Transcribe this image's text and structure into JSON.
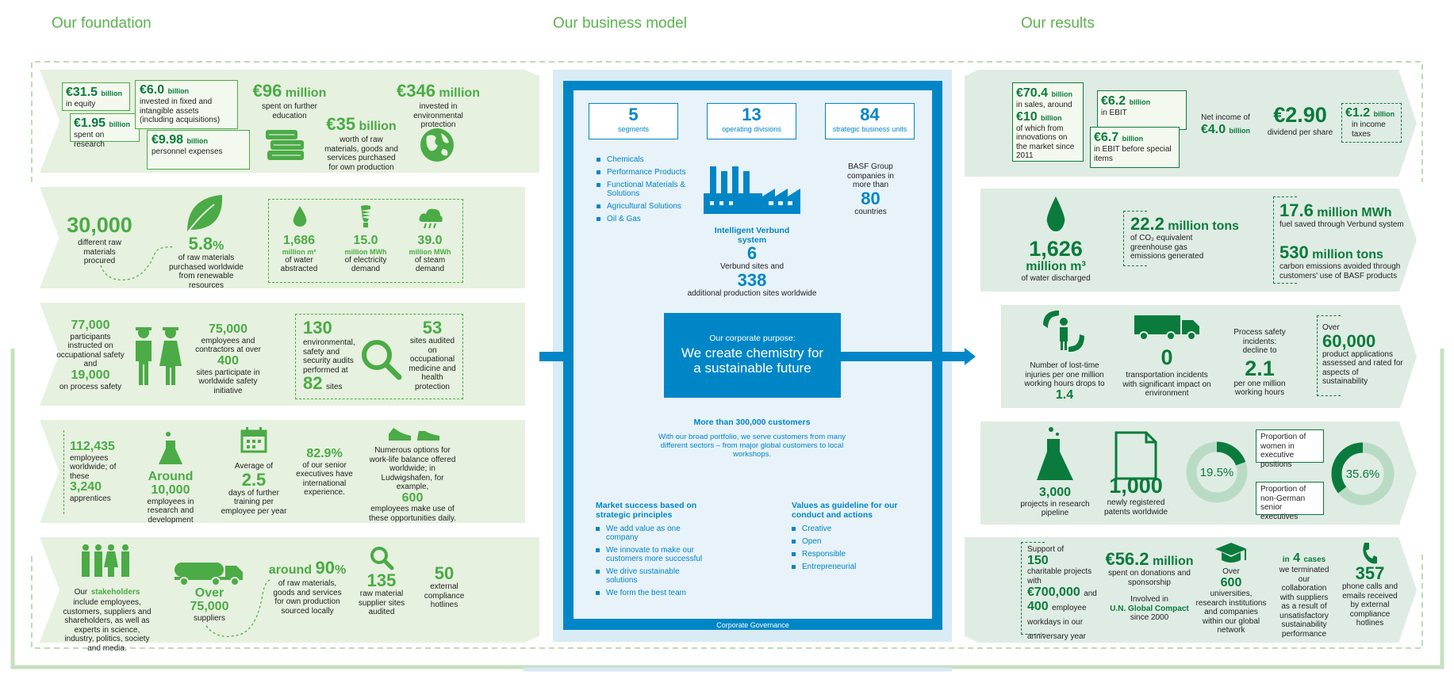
{
  "headers": {
    "foundation": "Our foundation",
    "model": "Our business model",
    "results": "Our results"
  },
  "f1": {
    "equity_v": "€31.5",
    "equity_u": "billion",
    "equity_t": "in equity",
    "research_v": "€1.95",
    "research_u": "billion",
    "research_t": "spent on research",
    "fixed_v": "€6.0",
    "fixed_u": "billion",
    "fixed_t": "invested in fixed and intangible assets (including acquisitions)",
    "pers_v": "€9.98",
    "pers_u": "billion",
    "pers_t": "personnel expenses",
    "edu_v": "€96",
    "edu_u": "million",
    "edu_t": "spent on further education",
    "raw_v": "€35",
    "raw_u": "billion",
    "raw_t": "worth of raw materials, goods and services purchased for own production",
    "env_v": "€346",
    "env_u": "million",
    "env_t": "invested in environmental protection"
  },
  "f2": {
    "raw_v": "30,000",
    "raw_t": "different raw materials procured",
    "ren_v": "5.8",
    "ren_u": "%",
    "ren_t": "of raw materials purchased worldwide from renewable resources",
    "water_v": "1,686",
    "water_u": "million m³",
    "water_t": "of water abstracted",
    "elec_v": "15.0",
    "elec_u": "million MWh",
    "elec_t": "of electricity demand",
    "steam_v": "39.0",
    "steam_u": "million MWh",
    "steam_t": "of steam demand"
  },
  "f3": {
    "part_v": "77,000",
    "part_t": "participants instructed on occupational safety",
    "and": "and",
    "proc_v": "19,000",
    "proc_t": "on process safety",
    "emp_v": "75,000",
    "emp_t": "employees and contractors at over",
    "sites_v": "400",
    "sites_t": "sites participate in worldwide safety initiative",
    "aud_v": "130",
    "aud_t": "environmental, safety and security audits performed at",
    "aud_s_v": "82",
    "aud_s_t": "sites",
    "occ_v": "53",
    "occ_t": "sites audited on occupational medicine and health protection"
  },
  "f4": {
    "emp_v": "112,435",
    "emp_t": "employees worldwide; of these",
    "app_v": "3,240",
    "app_t": "apprentices",
    "rd_pre": "Around",
    "rd_v": "10,000",
    "rd_t": "employees in research and development",
    "days_pre": "Average of",
    "days_v": "2.5",
    "days_t": "days of further training per employee per year",
    "exec_v": "82.9%",
    "exec_t": "of our senior executives have international experience.",
    "wl_t": "Numerous options for work-life balance offered worldwide; in Ludwigshafen, for example,",
    "wl_v": "600",
    "wl_t2": "employees make use of these opportunities daily."
  },
  "f5": {
    "stk_pre": "Our",
    "stk_b": "stakeholders",
    "stk_t": "include employees, customers, suppliers and shareholders, as well as experts in science, industry, politics, society and media.",
    "sup_pre": "Over",
    "sup_v": "75,000",
    "sup_t": "suppliers",
    "loc_pre": "around",
    "loc_v": "90",
    "loc_u": "%",
    "loc_t": "of raw materials, goods and services for own production sourced locally",
    "aud_v": "135",
    "aud_t": "raw material supplier sites audited",
    "hot_v": "50",
    "hot_t": "external compliance hotlines"
  },
  "model": {
    "seg_v": "5",
    "seg_t": "segments",
    "div_v": "13",
    "div_t": "operating divisions",
    "sbu_v": "84",
    "sbu_t": "strategic business units",
    "segments": [
      "Chemicals",
      "Performance Products",
      "Functional Materials & Solutions",
      "Agricultural Solutions",
      "Oil & Gas"
    ],
    "grp_t": "BASF Group companies in more than",
    "grp_v": "80",
    "grp_t2": "countries",
    "verbund_t": "Intelligent Verbund system",
    "verbund_v": "6",
    "verbund_t2": "Verbund sites and",
    "prod_v": "338",
    "prod_t": "additional production sites worldwide",
    "purpose_t": "Our corporate purpose:",
    "purpose_m": "We create chemistry for a sustainable future",
    "cust_h": "More than 300,000 customers",
    "cust_t": "With our broad portfolio, we serve customers from many different sectors – from major global customers to local workshops.",
    "mkt_h": "Market success based on strategic principles",
    "principles": [
      "We add value as one company",
      "We innovate to make our customers more successful",
      "We drive sustainable solutions",
      "We form the best team"
    ],
    "val_h": "Values as guideline for our conduct and actions",
    "values": [
      "Creative",
      "Open",
      "Responsible",
      "Entrepreneurial"
    ],
    "gov": "Corporate Governance"
  },
  "r1": {
    "sales_v": "€70.4",
    "sales_u": "billion",
    "sales_t": "in sales, around",
    "innov_v": "€10",
    "innov_u": "billion",
    "innov_t": "of which from innovations on the market since 2011",
    "ebit_v": "€6.2",
    "ebit_u": "billion",
    "ebit_t": "in EBIT",
    "ebitsi_v": "€6.7",
    "ebitsi_u": "billion",
    "ebitsi_t": "in EBIT before special items",
    "net_t": "Net income of",
    "net_v": "€4.0",
    "net_u": "billion",
    "div_v": "€2.90",
    "div_t": "dividend per share",
    "tax_v": "€1.2",
    "tax_u": "billion",
    "tax_t": "in income taxes"
  },
  "r2": {
    "wat_v": "1,626",
    "wat_u": "million m³",
    "wat_t": "of water discharged",
    "co2_v": "22.2",
    "co2_u": "million tons",
    "co2_t": "of CO₂ equivalent greenhouse gas emissions generated",
    "fuel_v": "17.6",
    "fuel_u": "million MWh",
    "fuel_t": "fuel saved through Verbund system",
    "carb_v": "530",
    "carb_u": "million tons",
    "carb_t": "carbon emissions avoided through customers' use of BASF products"
  },
  "r3": {
    "inj_t": "Number of lost-time injuries per one million working hours drops to",
    "inj_v": "1.4",
    "tr_v": "0",
    "tr_t": "transportation incidents with significant impact on environment",
    "ps_t": "Process safety incidents: decline to",
    "ps_v": "2.1",
    "ps_t2": "per one million working hours",
    "app_pre": "Over",
    "app_v": "60,000",
    "app_t": "product applications assessed and rated for aspects of sustainability"
  },
  "r4": {
    "proj_v": "3,000",
    "proj_t": "projects in research pipeline",
    "pat_v": "1,000",
    "pat_t": "newly registered patents worldwide",
    "women_v": "19.5%",
    "women_t": "Proportion of women in executive positions",
    "women_frac": 0.195,
    "nong_v": "35.6%",
    "nong_t": "Proportion of non-German senior executives",
    "nong_frac": 0.356
  },
  "r5": {
    "sup_pre": "Support of",
    "sup_v": "150",
    "sup_t": "charitable projects with",
    "sup_m": "€700,000",
    "sup_and": "and",
    "sup_d": "400",
    "sup_t2": "employee workdays in our anniversary year",
    "don_v": "€56.2",
    "don_u": "million",
    "don_t": "spent on donations and sponsorship",
    "gc_pre": "Involved in",
    "gc_b": "U.N. Global Compact",
    "gc_t": "since 2000",
    "uni_pre": "Over",
    "uni_v": "600",
    "uni_t": "universities, research institutions and companies within our global network",
    "case_pre": "in",
    "case_v": "4",
    "case_u": "cases",
    "case_t": "we terminated our collaboration with suppliers as a result of unsatisfactory sustainability performance",
    "calls_v": "357",
    "calls_t": "phone calls and emails received by external compliance hotlines"
  },
  "colors": {
    "green": "#4bab46",
    "darkgreen": "#0a7b3c",
    "blue": "#0086c7",
    "lightgreen": "#e6f1df"
  }
}
